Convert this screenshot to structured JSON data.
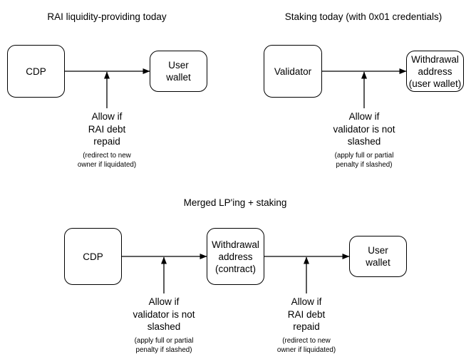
{
  "diagram": {
    "title_visible": false,
    "background_color": "#ffffff",
    "stroke_color": "#000000",
    "panels": [
      {
        "id": "panel-lp-today",
        "title": "RAI liquidity-providing today",
        "nodes": [
          {
            "id": "cdp-top",
            "label": "CDP"
          },
          {
            "id": "user-wallet-top",
            "label": "User\nwallet"
          }
        ],
        "condition": {
          "main": "Allow if\nRAI debt\nrepaid",
          "sub": "(redirect to new\nowner if liquidated)"
        }
      },
      {
        "id": "panel-staking-today",
        "title": "Staking today (with 0x01 credentials)",
        "nodes": [
          {
            "id": "validator",
            "label": "Validator"
          },
          {
            "id": "withdrawal-user-wallet",
            "label": "Withdrawal\naddress\n(user wallet)"
          }
        ],
        "condition": {
          "main": "Allow if\nvalidator is not\nslashed",
          "sub": "(apply full or partial\npenalty if slashed)"
        }
      },
      {
        "id": "panel-merged",
        "title": "Merged LP'ing + staking",
        "nodes": [
          {
            "id": "cdp-bottom",
            "label": "CDP"
          },
          {
            "id": "withdrawal-contract",
            "label": "Withdrawal\naddress\n(contract)"
          },
          {
            "id": "user-wallet-bottom",
            "label": "User\nwallet"
          }
        ],
        "conditions": [
          {
            "id": "merged-condition-left",
            "main": "Allow if\nvalidator is not\nslashed",
            "sub": "(apply full or partial\npenalty if slashed)"
          },
          {
            "id": "merged-condition-right",
            "main": "Allow if\nRAI debt\nrepaid",
            "sub": "(redirect to new\nowner if liquidated)"
          }
        ]
      }
    ]
  }
}
